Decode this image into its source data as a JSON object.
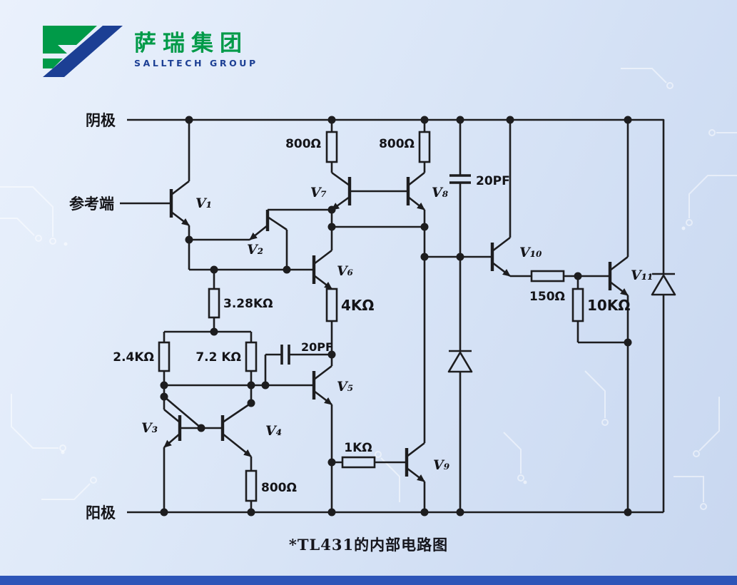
{
  "logo": {
    "company_cn": "萨瑞集团",
    "company_en": "SALLTECH GROUP"
  },
  "terminals": {
    "cathode": "阴极",
    "reference": "参考端",
    "anode": "阳极"
  },
  "transistors": {
    "v1": "V₁",
    "v2": "V₂",
    "v3": "V₃",
    "v4": "V₄",
    "v5": "V₅",
    "v6": "V₆",
    "v7": "V₇",
    "v8": "V₈",
    "v9": "V₉",
    "v10": "V₁₀",
    "v11": "V₁₁"
  },
  "resistors": {
    "r800_top_left": "800Ω",
    "r800_top_right": "800Ω",
    "r3_28k": "3.28KΩ",
    "r4k": "4KΩ",
    "r2_4k": "2.4KΩ",
    "r7_2k": "7.2 KΩ",
    "r1k": "1KΩ",
    "r800_bottom": "800Ω",
    "r150": "150Ω",
    "r10k": "10KΩ"
  },
  "capacitors": {
    "c20_top": "20PF",
    "c20_mid": "20PF"
  },
  "caption": "*TL431的内部电路图",
  "colors": {
    "brand_green": "#009a48",
    "brand_blue": "#1c3f94",
    "line": "#1d1d1f",
    "accent_bar": "#2d55b8"
  }
}
